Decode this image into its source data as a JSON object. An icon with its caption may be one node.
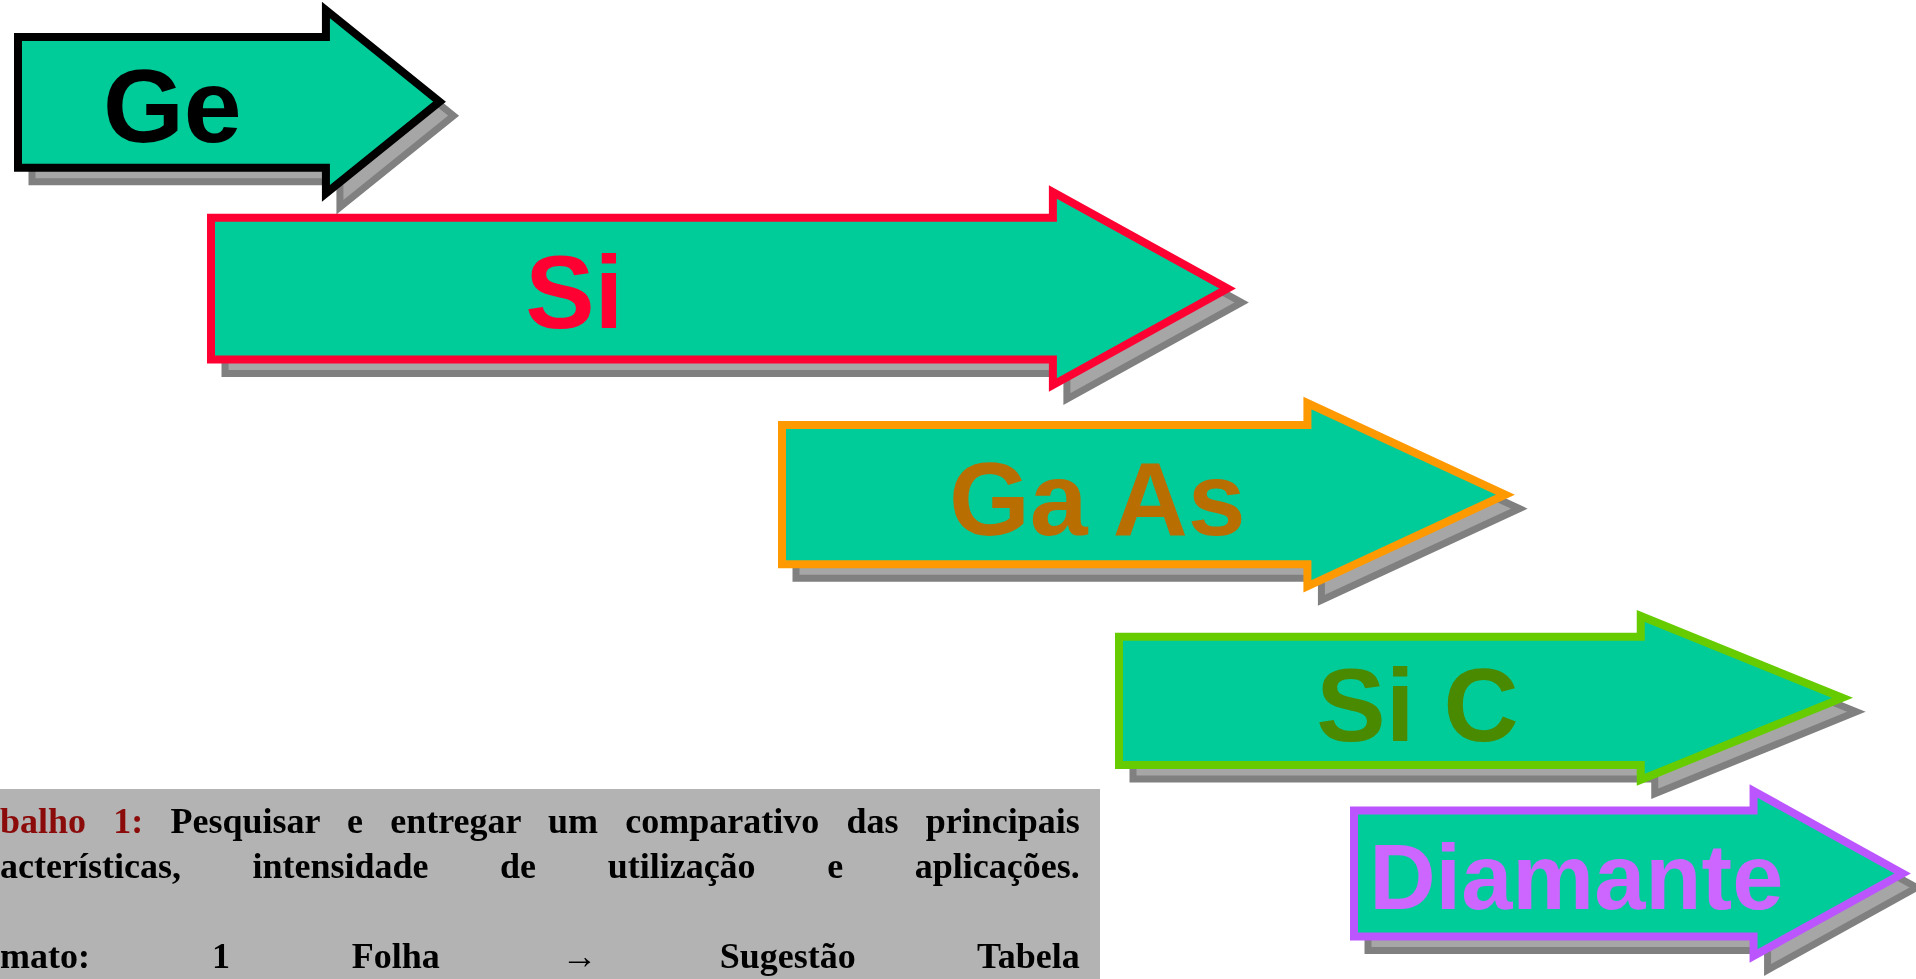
{
  "diagram": {
    "nodes": [
      {
        "text": [
          "Ge"
        ]
      },
      {
        "text": [
          "Si"
        ]
      },
      {
        "text": [
          "Ga As"
        ]
      },
      {
        "text": [
          "Si C"
        ]
      },
      {
        "text": [
          "Diamante"
        ]
      },
      {
        "text": [
          "balho 1:",
          "Pesquisar e entregar um comparativo das principais acterísticas, intensidade de utilização e aplicações.",
          "mato: 1 Folha → Sugestão Tabela"
        ]
      }
    ]
  }
}
